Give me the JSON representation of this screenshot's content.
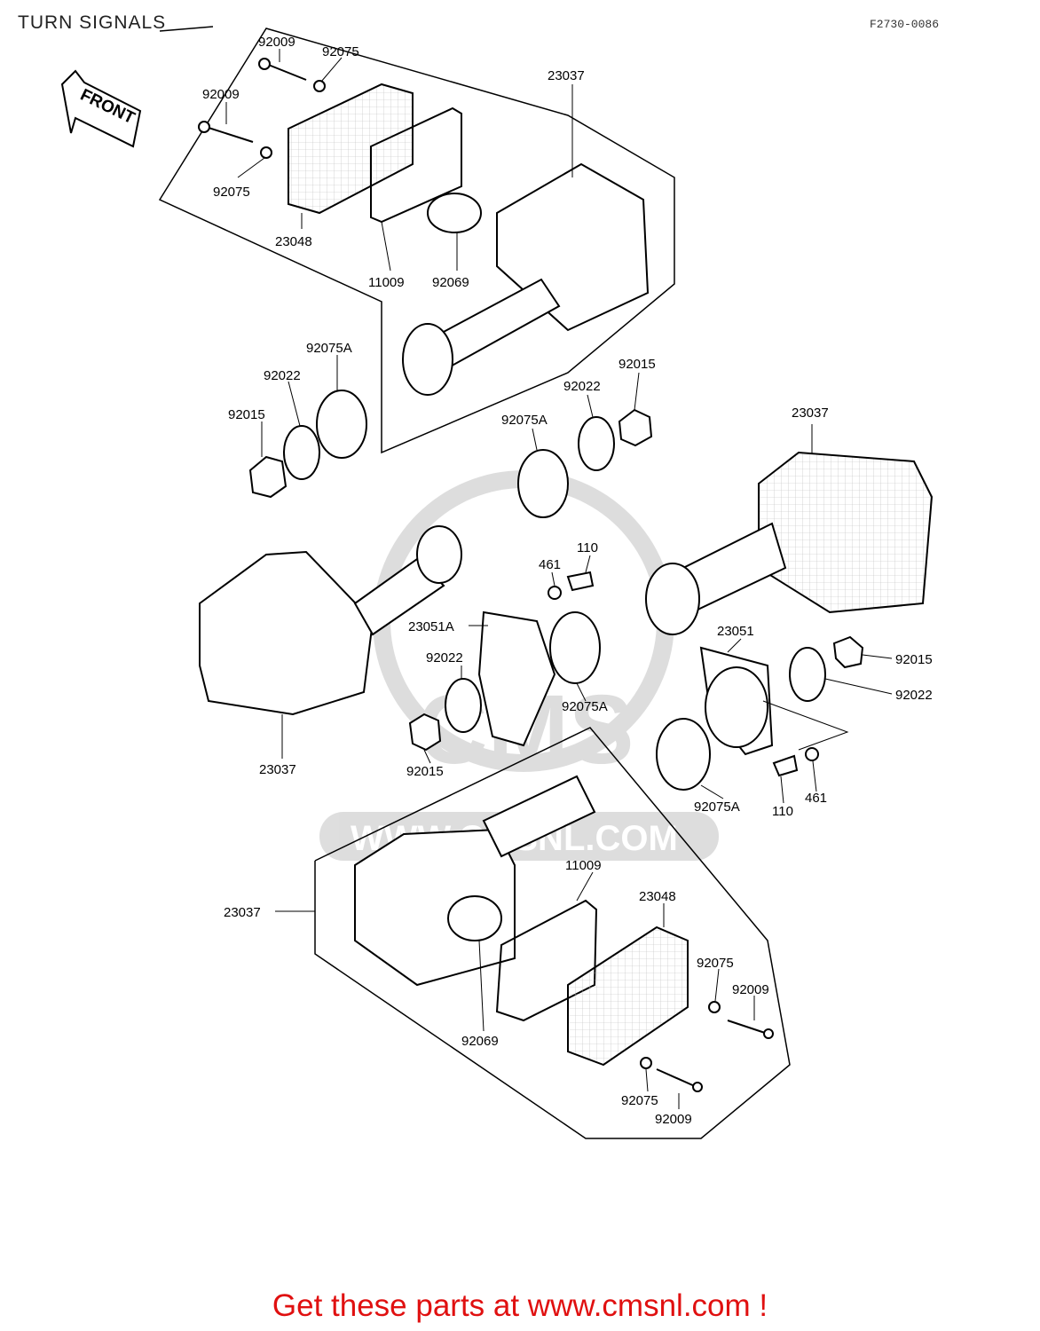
{
  "header": {
    "title": "TURN SIGNALS",
    "figure_code": "F2730-0086"
  },
  "direction_arrow": {
    "label": "FRONT",
    "icon": "front-arrow-icon"
  },
  "watermark": {
    "text": "WWW.CMSNL.COM",
    "logo_text": "CMS"
  },
  "callouts": {
    "front_left_lens_screw_a": "92009",
    "front_left_washer_a": "92075",
    "front_left_lens_screw_b": "92009",
    "front_left_washer_b": "92075",
    "front_left_lens": "23048",
    "front_left_gasket": "11009",
    "front_left_bulb": "92069",
    "front_left_housing": "23037",
    "front_left_grommet": "92075A",
    "front_left_washer_c": "92022",
    "front_left_nut": "92015",
    "front_right_nut": "92015",
    "front_right_washer": "92022",
    "front_right_grommet": "92075A",
    "front_right_housing": "23037",
    "bracket_screw_left": "110",
    "bracket_nut_left": "461",
    "bracket_left": "23051A",
    "rear_left_washer": "92022",
    "rear_left_grommet": "92075A",
    "rear_left_housing": "23037",
    "rear_left_nut": "92015",
    "bracket_right": "23051",
    "rear_right_nut": "92015",
    "rear_right_washer": "92022",
    "rear_right_grommet": "92075A",
    "bracket_screw_right": "110",
    "bracket_nut_right": "461",
    "rear_right_housing": "23037",
    "rear_right_gasket": "11009",
    "rear_right_lens": "23048",
    "rear_right_washer_a": "92075",
    "rear_right_screw_a": "92009",
    "rear_right_bulb": "92069",
    "rear_right_washer_b": "92075",
    "rear_right_screw_b": "92009"
  },
  "footer": {
    "link_text": "Get these parts at www.cmsnl.com !",
    "link_color": "#e01010"
  }
}
